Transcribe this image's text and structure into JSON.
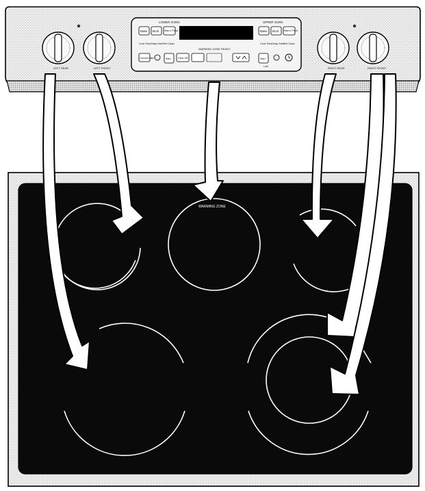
{
  "panel": {
    "lower_oven_label": "LOWER OVEN",
    "upper_oven_label": "UPPER OVEN",
    "left_buttons": [
      "Bake",
      "Broil",
      "Warm/ Proof"
    ],
    "right_buttons": [
      "Bake",
      "Broil",
      "Warm/ Proof"
    ],
    "lower_row_left": [
      "Cook Time",
      "Delay Start",
      "Self Clean"
    ],
    "lower_row_right": [
      "Cook Time",
      "Delay Start",
      "Self Clean"
    ],
    "convect_label": "Convect Bake",
    "clear_off_label": "Clear Off",
    "start_label": "Start",
    "lock_label": "Lock",
    "timer_label": "Timer",
    "warming_zone_ready": "WARMING ZONE READY",
    "knob_labels": [
      "LEFT REAR",
      "LEFT FRONT",
      "RIGHT REAR",
      "RIGHT FRONT"
    ]
  },
  "cooktop": {
    "warming_zone_label": "WARMING ZONE"
  },
  "colors": {
    "glass": "#0a0a0a",
    "panel": "#e6e6e6",
    "element_ring": "#ffffff",
    "arrow_fill": "#ffffff",
    "arrow_stroke": "#000000"
  }
}
